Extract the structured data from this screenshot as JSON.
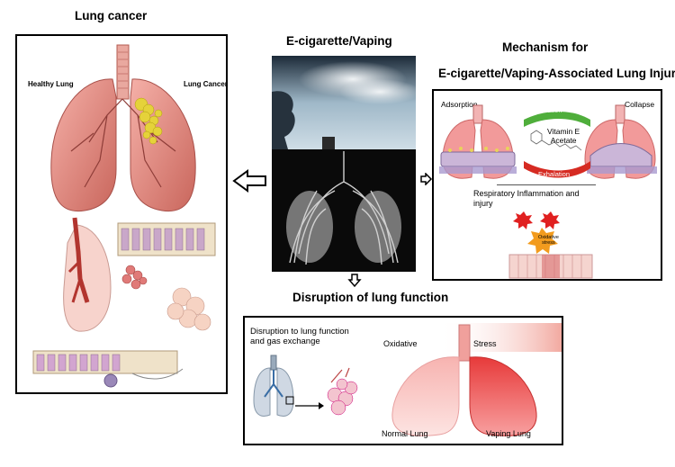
{
  "lung_cancer": {
    "title": "Lung cancer",
    "healthy_label": "Healthy Lung",
    "cancer_label": "Lung Cancer"
  },
  "vaping": {
    "title": "E-cigarette/Vaping"
  },
  "mechanism": {
    "title_line1": "Mechanism for",
    "title_line2": "E-cigarette/Vaping-Associated Lung Injury",
    "adsorption": "Adsorption",
    "collapse": "Collapse",
    "inhalation": "Inhalation",
    "exhalation": "Exhalation",
    "vitamin": "Vitamin E\nAcetate",
    "inflammation": "Respiratory Inflammation and\ninjury",
    "oxidative_stress": "Oxidative\nstress"
  },
  "disruption": {
    "title": "Disruption of lung function",
    "caption": "Disruption to lung function\nand gas exchange",
    "oxidative": "Oxidative",
    "stress": "Stress",
    "normal_lung": "Normal Lung",
    "vaping_lung": "Vaping Lung"
  }
}
